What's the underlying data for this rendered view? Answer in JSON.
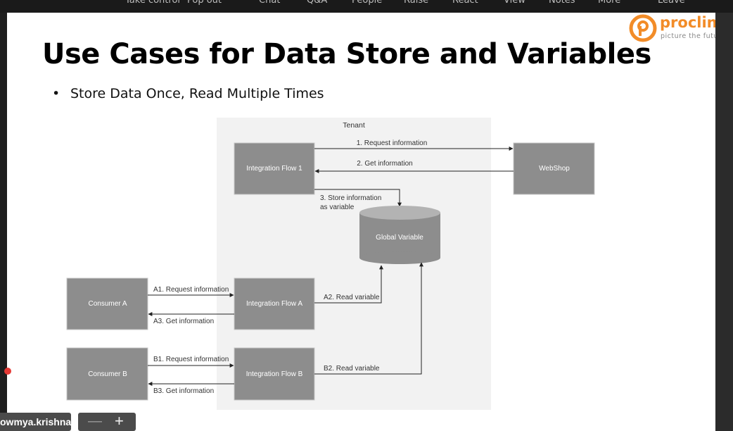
{
  "toolbar": {
    "items": [
      "Take control",
      "Pop out",
      "Chat",
      "Q&A",
      "People",
      "Raise",
      "React",
      "View",
      "Notes",
      "More",
      "Leave"
    ]
  },
  "slide": {
    "title": "Use Cases for Data Store and Variables",
    "bullet": "Store Data Once, Read Multiple Times"
  },
  "logo": {
    "name": "proclink",
    "tagline": "picture the future",
    "color": "#f28c28"
  },
  "diagram": {
    "tenant_label": "Tenant",
    "boxes": {
      "integration_flow_1": "Integration Flow 1",
      "webshop": "WebShop",
      "global_variable": "Global Variable",
      "consumer_a": "Consumer A",
      "integration_flow_a": "Integration Flow A",
      "consumer_b": "Consumer B",
      "integration_flow_b": "Integration Flow B"
    },
    "arrows": {
      "request_1": "1. Request information",
      "get_2": "2. Get information",
      "store_3a": "3. Store information",
      "store_3b": "as variable",
      "a1": "A1. Request information",
      "a2": "A2. Read variable",
      "a3": "A3. Get information",
      "b1": "B1. Request information",
      "b2": "B2. Read variable",
      "b3": "B3. Get information"
    }
  },
  "bottom": {
    "user_name": "owmya.krishna",
    "zoom_minus": "—",
    "zoom_plus": "+"
  }
}
